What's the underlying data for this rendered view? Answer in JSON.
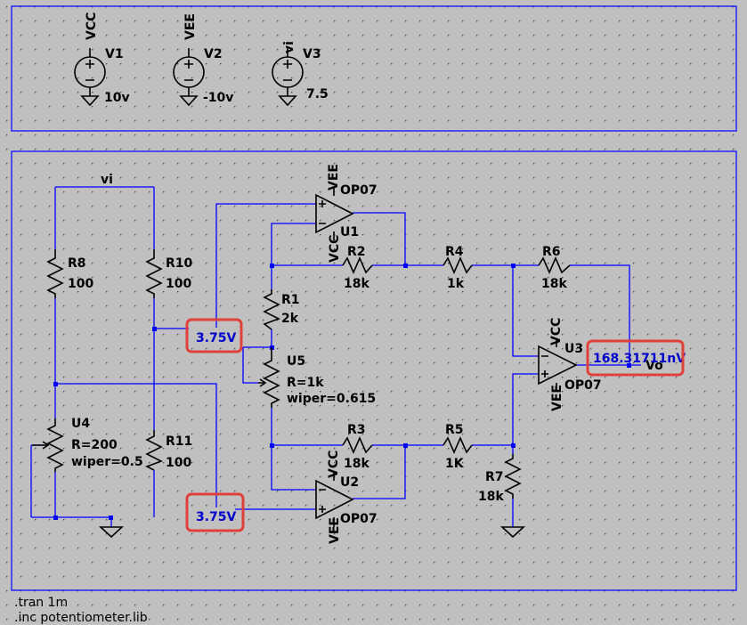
{
  "supplies": [
    {
      "name": "V1",
      "net": "VCC",
      "value": "10v"
    },
    {
      "name": "V2",
      "net": "VEE",
      "value": "-10v"
    },
    {
      "name": "V3",
      "net": "vi",
      "value": "7.5"
    }
  ],
  "nets": {
    "vi": "vi",
    "vo": "Vo",
    "vcc": "VCC",
    "vee": "VEE"
  },
  "resistors": {
    "R8": {
      "name": "R8",
      "value": "100"
    },
    "R10": {
      "name": "R10",
      "value": "100"
    },
    "R11": {
      "name": "R11",
      "value": "100"
    },
    "R1": {
      "name": "R1",
      "value": "2k"
    },
    "R2": {
      "name": "R2",
      "value": "18k"
    },
    "R3": {
      "name": "R3",
      "value": "18k"
    },
    "R4": {
      "name": "R4",
      "value": "1k"
    },
    "R5": {
      "name": "R5",
      "value": "1K"
    },
    "R6": {
      "name": "R6",
      "value": "18k"
    },
    "R7": {
      "name": "R7",
      "value": "18k"
    }
  },
  "pots": {
    "U4": {
      "name": "U4",
      "r": "R=200",
      "wiper": "wiper=0.5"
    },
    "U5": {
      "name": "U5",
      "r": "R=1k",
      "wiper": "wiper=0.615"
    }
  },
  "opamps": {
    "U1": {
      "name": "U1",
      "model": "OP07"
    },
    "U2": {
      "name": "U2",
      "model": "OP07"
    },
    "U3": {
      "name": "U3",
      "model": "OP07"
    }
  },
  "probes": {
    "upper": "3.75V",
    "lower": "3.75V",
    "output": "168.31711nV"
  },
  "directives": {
    "tran": ".tran 1m",
    "inc": ".inc potentiometer.lib"
  },
  "colors": {
    "background": "#c0c0c0",
    "wire": "#0000ff",
    "highlight": "#e0403a",
    "probe_text": "#0000cc"
  }
}
